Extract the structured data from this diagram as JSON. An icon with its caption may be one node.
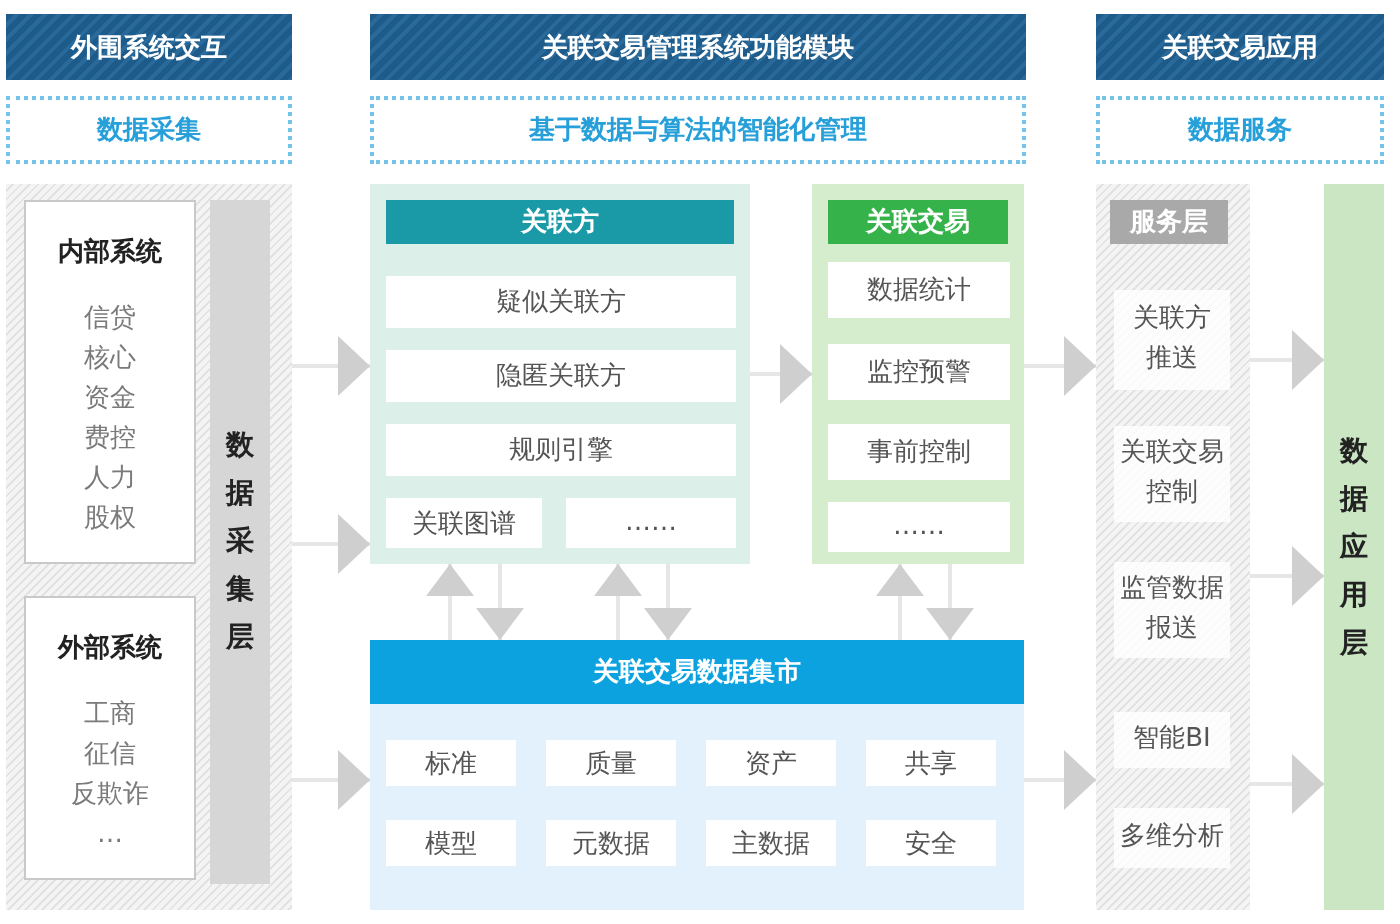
{
  "diagram": {
    "nodes": [
      {
        "text": [
          "外围系统交互"
        ]
      },
      {
        "text": [
          "关联交易管理系统功能模块"
        ]
      },
      {
        "text": [
          "关联交易应用"
        ]
      },
      {
        "text": [
          "数据采集"
        ]
      },
      {
        "text": [
          "基于数据与算法的智能化管理"
        ]
      },
      {
        "text": [
          "数据服务"
        ]
      },
      {
        "text": [],
        "shape": "box"
      },
      {
        "text": [
          "内部系统",
          "信贷",
          "核心",
          "资金",
          "费控",
          "人力",
          "股权"
        ],
        "in": 6
      },
      {
        "text": [
          "外部系统",
          "工商",
          "征信",
          "反欺诈",
          "…"
        ],
        "in": 6
      },
      {
        "text": [
          "数据采集层"
        ],
        "in": 6
      },
      {
        "text": [
          "关联方"
        ]
      },
      {
        "text": [
          "疑似关联方"
        ],
        "in": 10
      },
      {
        "text": [
          "隐匿关联方"
        ],
        "in": 10
      },
      {
        "text": [
          "规则引擎"
        ],
        "in": 10
      },
      {
        "text": [
          "关联图谱"
        ],
        "in": 10
      },
      {
        "text": [
          "……"
        ],
        "in": 10
      },
      {
        "text": [
          "关联交易"
        ]
      },
      {
        "text": [
          "数据统计"
        ],
        "in": 16
      },
      {
        "text": [
          "监控预警"
        ],
        "in": 16
      },
      {
        "text": [
          "事前控制"
        ],
        "in": 16
      },
      {
        "text": [
          "……"
        ],
        "in": 16
      },
      {
        "text": [
          "关联交易数据集市"
        ]
      },
      {
        "text": [
          "标准"
        ],
        "in": 21
      },
      {
        "text": [
          "质量"
        ],
        "in": 21
      },
      {
        "text": [
          "资产"
        ],
        "in": 21
      },
      {
        "text": [
          "共享"
        ],
        "in": 21
      },
      {
        "text": [
          "模型"
        ],
        "in": 21
      },
      {
        "text": [
          "元数据"
        ],
        "in": 21
      },
      {
        "text": [
          "主数据"
        ],
        "in": 21
      },
      {
        "text": [
          "安全"
        ],
        "in": 21
      },
      {
        "text": [
          "服务层"
        ]
      },
      {
        "text": [
          "关联方推送"
        ],
        "in": 30
      },
      {
        "text": [
          "关联交易控制"
        ],
        "in": 30
      },
      {
        "text": [
          "监管数据报送"
        ],
        "in": 30
      },
      {
        "text": [
          "智能BI"
        ],
        "in": 30
      },
      {
        "text": [
          "多维分析"
        ],
        "in": 30
      },
      {
        "text": [
          "数据应用层"
        ]
      }
    ],
    "edges": [
      {
        "from": 6,
        "to": 10,
        "arrow": "to"
      },
      {
        "from": 6,
        "to": 10,
        "arrow": "to"
      },
      {
        "from": 6,
        "to": 21,
        "arrow": "to"
      },
      {
        "from": 10,
        "to": 16,
        "arrow": "to"
      },
      {
        "from": 21,
        "to": 10,
        "arrow": "to"
      },
      {
        "from": 10,
        "to": 21,
        "arrow": "to"
      },
      {
        "from": 21,
        "to": 10,
        "arrow": "to"
      },
      {
        "from": 10,
        "to": 21,
        "arrow": "to"
      },
      {
        "from": 21,
        "to": 16,
        "arrow": "to"
      },
      {
        "from": 16,
        "to": 21,
        "arrow": "to"
      },
      {
        "from": 16,
        "to": 30,
        "arrow": "to"
      },
      {
        "from": 21,
        "to": 30,
        "arrow": "to"
      },
      {
        "from": 30,
        "to": 36,
        "arrow": "to"
      },
      {
        "from": 30,
        "to": 36,
        "arrow": "to"
      },
      {
        "from": 30,
        "to": 36,
        "arrow": "to"
      }
    ]
  }
}
